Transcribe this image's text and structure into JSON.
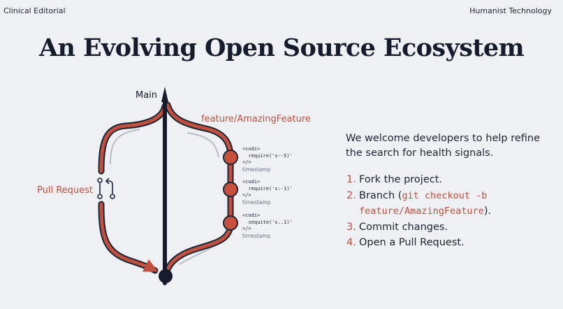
{
  "header": {
    "left": "Clinical Editorial",
    "right": "Humanist Technology"
  },
  "title": "An Evolving Open Source Ecosystem",
  "diagram": {
    "main_label": "Main",
    "feature_label": "feature/AmazingFeature",
    "pull_request_label": "Pull Request",
    "commits": [
      {
        "tag": "<codi>",
        "code": "require('s--5)'",
        "close": "</>",
        "timestamp": "timestamp"
      },
      {
        "tag": "<codi>",
        "code": "require('s:-1)'",
        "close": "</>",
        "timestamp": "timestamp"
      },
      {
        "tag": "<codi>",
        "code": "sequite('s..1)'",
        "close": "</>",
        "timestamp": "timestamp"
      }
    ]
  },
  "content": {
    "intro": "We welcome developers to help refine the search for health signals.",
    "steps": [
      {
        "num": "1.",
        "text": "Fork the project."
      },
      {
        "num": "2.",
        "pre": "Branch (",
        "code1": "git checkout -b",
        "code2": "feature/AmazingFeature",
        "post": ")."
      },
      {
        "num": "3.",
        "text": "Commit changes."
      },
      {
        "num": "4.",
        "text": "Open a Pull Request."
      }
    ]
  },
  "colors": {
    "accent": "#c0503f",
    "main_line": "#161c2b",
    "background": "#eef0f3"
  }
}
